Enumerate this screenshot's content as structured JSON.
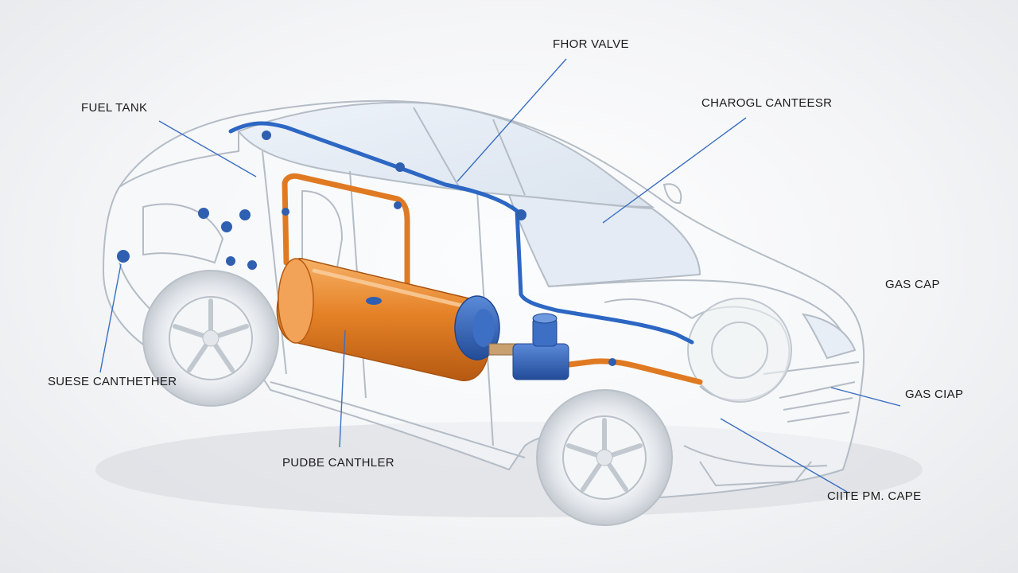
{
  "labels": {
    "fuel_tank": "FUEL TANK",
    "valve": "FHOR VALVE",
    "charcoal_canister": "CHAROGL CANTEESR",
    "gas_cap_1": "GAS CAP",
    "gas_cap_2": "GAS CIAP",
    "sensor_canister": "SUESE CANTHETHER",
    "purge_canister": "PUDBE CANTHLER",
    "gas_cap_3": "CIITE PM. CAPE"
  },
  "colors": {
    "background": "#f2f3f5",
    "car_outline": "#b9c0c8",
    "car_glass": "#e8eef5",
    "tank_orange": "#e07a22",
    "tank_highlight": "#f4a24e",
    "pipe_orange": "#e07a22",
    "line_blue": "#2d67c4",
    "component_blue": "#2f5fb0",
    "leader_line": "#3b6fc2",
    "tire": "#d9dde2",
    "label_text": "#1b1b1b"
  },
  "icons": [
    "wheel-icon",
    "tank-icon",
    "valve-icon",
    "canister-icon"
  ]
}
